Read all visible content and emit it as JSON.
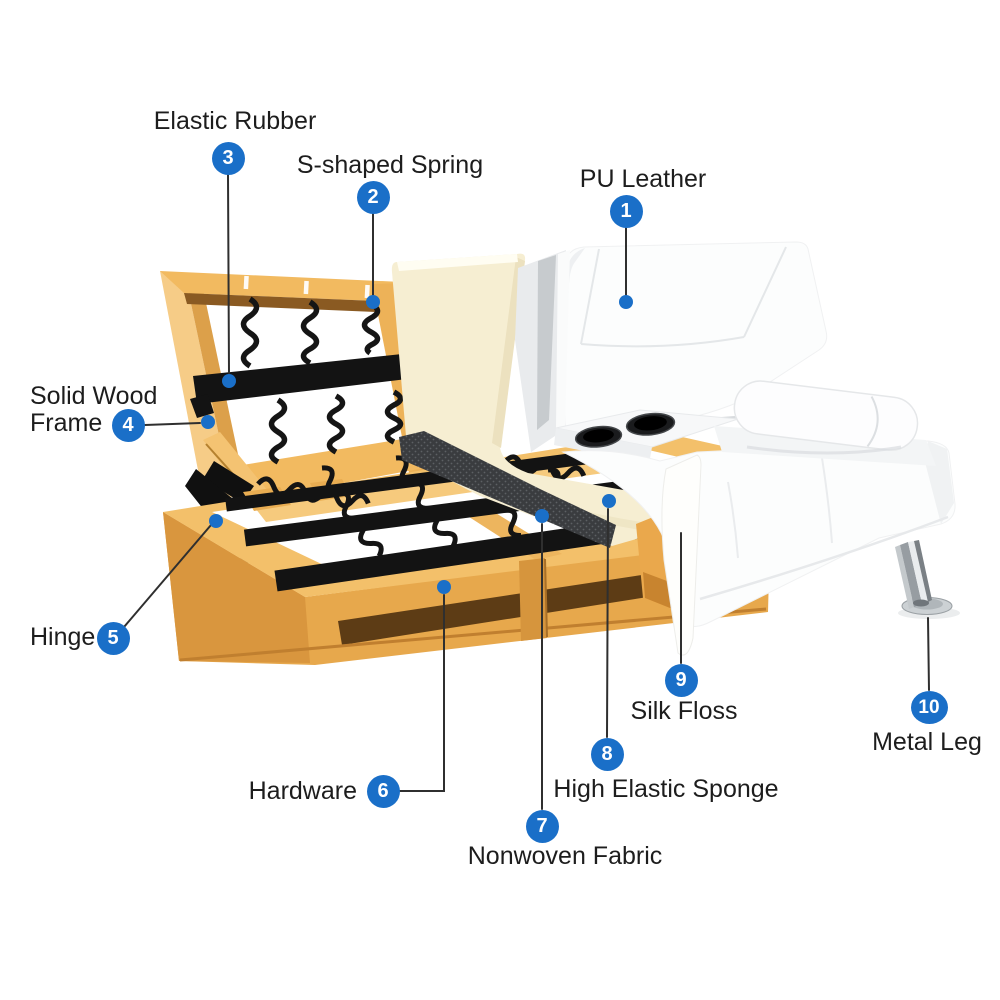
{
  "figure": {
    "callouts": [
      {
        "number": "1",
        "label": "PU Leather"
      },
      {
        "number": "2",
        "label": "S-shaped Spring"
      },
      {
        "number": "3",
        "label": "Elastic Rubber"
      },
      {
        "number": "4",
        "label": "Solid Wood Frame"
      },
      {
        "number": "5",
        "label": "Hinge"
      },
      {
        "number": "6",
        "label": "Hardware"
      },
      {
        "number": "7",
        "label": "Nonwoven Fabric"
      },
      {
        "number": "8",
        "label": "High Elastic Sponge"
      },
      {
        "number": "9",
        "label": "Silk Floss"
      },
      {
        "number": "10",
        "label": "Metal Leg"
      }
    ],
    "colors": {
      "badge_blue": "#1a6fc8",
      "callout_line": "#2f2f2f",
      "label_text": "#1d1d1d",
      "wood": "#f2ba60",
      "sponge_cream": "#f6eed2",
      "mesh_dark": "#3a3c3f",
      "leather_white": "#fcfdfd",
      "spring_black": "#151515",
      "chrome": "#c4c9cc",
      "background": "#ffffff"
    }
  }
}
